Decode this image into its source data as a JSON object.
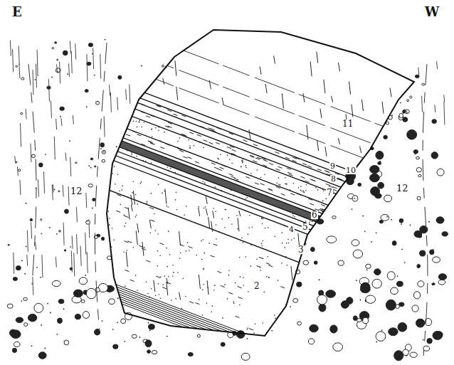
{
  "diagram": {
    "labels": [
      "E",
      "W",
      "11",
      "9",
      "10",
      "8",
      "7",
      "6",
      "5",
      "4",
      "3",
      "2",
      "12",
      "12"
    ]
  }
}
